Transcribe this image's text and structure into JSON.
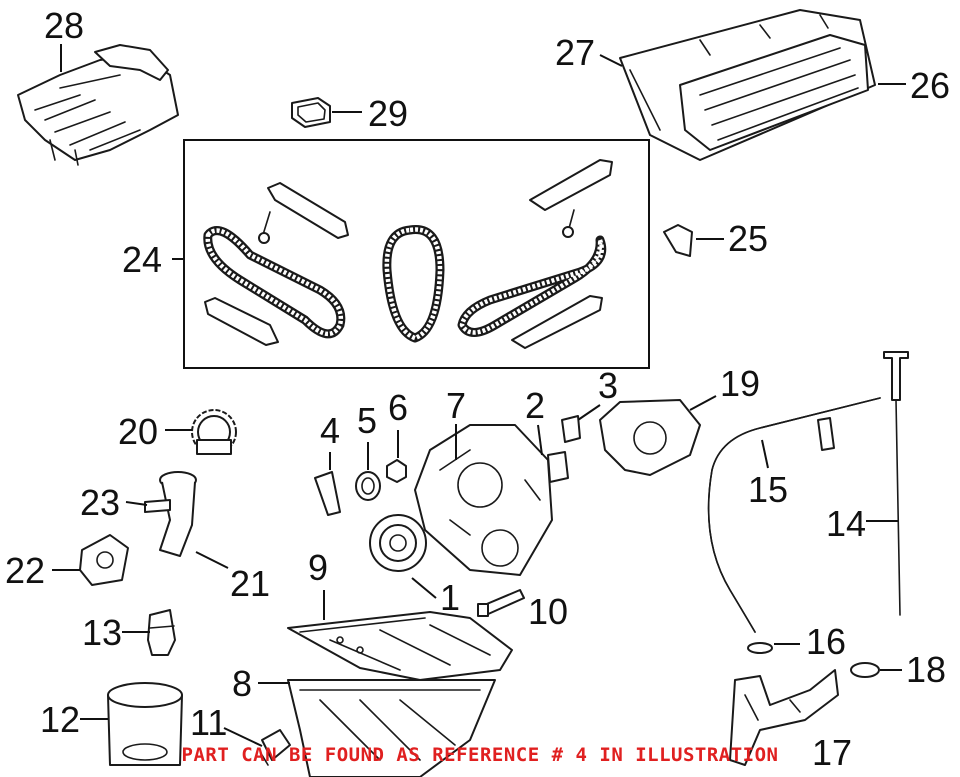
{
  "diagram": {
    "callouts": {
      "c1": "1",
      "c2": "2",
      "c3": "3",
      "c4": "4",
      "c5": "5",
      "c6": "6",
      "c7": "7",
      "c8": "8",
      "c9": "9",
      "c10": "10",
      "c11": "11",
      "c12": "12",
      "c13": "13",
      "c14": "14",
      "c15": "15",
      "c16": "16",
      "c17": "17",
      "c18": "18",
      "c19": "19",
      "c20": "20",
      "c21": "21",
      "c22": "22",
      "c23": "23",
      "c24": "24",
      "c25": "25",
      "c26": "26",
      "c27": "27",
      "c28": "28",
      "c29": "29"
    },
    "highlight_color": "#e02020",
    "footer_note": "PART CAN BE FOUND AS REFERENCE # 4 IN ILLUSTRATION"
  }
}
